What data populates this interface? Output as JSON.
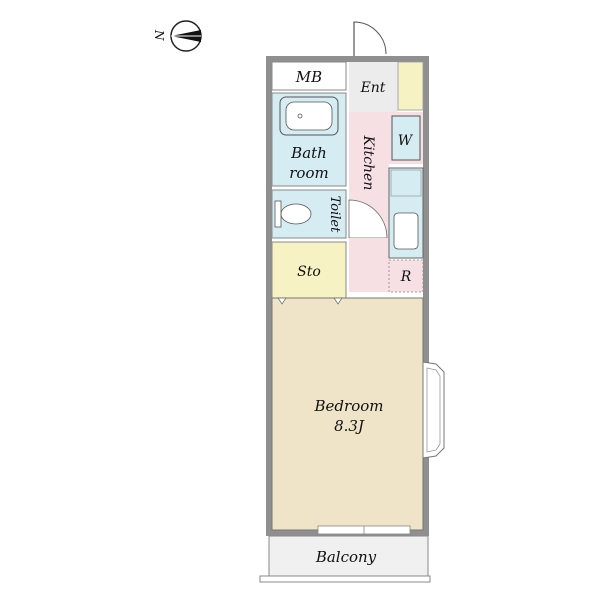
{
  "compass": {
    "north_label": "N",
    "icon": "north-arrow-icon"
  },
  "rooms": {
    "mb": "MB",
    "entrance": "Ent",
    "kitchen": "Kitchen",
    "washer": "W",
    "bathroom_line1": "Bath",
    "bathroom_line2": "room",
    "toilet": "Toilet",
    "storage": "Sto",
    "refrigerator": "R",
    "bedroom": "Bedroom",
    "bedroom_size": "8.3J",
    "balcony": "Balcony"
  },
  "colors": {
    "wall": "#8f8f8f",
    "bedroom": "#efe4c8",
    "wet_area": "#d5ecf3",
    "kitchen": "#f6e0e4",
    "storage": "#f6f2c4",
    "entrance": "#ececec",
    "balcony": "#f0f0f0"
  }
}
